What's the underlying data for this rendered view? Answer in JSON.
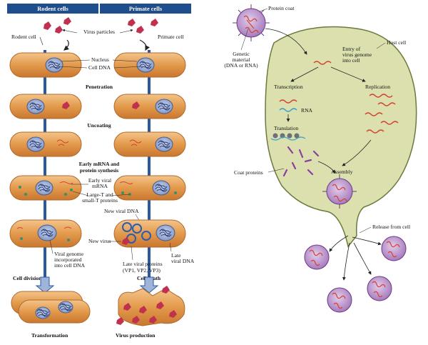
{
  "left_panel": {
    "header_rodent": "Rodent cells",
    "header_primate": "Primate cells",
    "rodent_cell": "Rodent cell",
    "virus_particles": "Virus particles",
    "primate_cell": "Primate cell",
    "nucleus": "Nucleus",
    "cell_dna": "Cell DNA",
    "penetration": "Penetration",
    "uncoating": "Uncoating",
    "early_mrna_line1": "Early mRNA and",
    "early_mrna_line2": "protein synthesis",
    "early_viral_line1": "Early viral",
    "early_viral_line2": "mRNA",
    "large_t_line1": "Large-T and",
    "large_t_line2": "small-T proteins",
    "new_viral_dna": "New viral DNA",
    "new_virus": "New virus",
    "viral_genome_line1": "Viral genome",
    "viral_genome_line2": "incorporated",
    "viral_genome_line3": "into cell DNA",
    "late_proteins_line1": "Late viral proteins",
    "late_proteins_line2": "(VP1, VP2, VP3)",
    "late_dna_line1": "Late",
    "late_dna_line2": "viral DNA",
    "cell_division": "Cell division",
    "cell_death": "Cell death",
    "transformation": "Transformation",
    "virus_production": "Virus production"
  },
  "right_panel": {
    "protein_coat": "Protein coat",
    "genetic_line1": "Genetic",
    "genetic_line2": "material",
    "genetic_line3": "(DNA or RNA)",
    "entry_line1": "Entry of",
    "entry_line2": "virus genome",
    "entry_line3": "into cell",
    "host_cell": "Host cell",
    "transcription": "Transcription",
    "replication": "Replication",
    "rna": "RNA",
    "translation": "Translation",
    "coat_proteins": "Coat proteins",
    "assembly": "Assembly",
    "release": "Release from cell"
  },
  "colors": {
    "header_bg": "#1f4e8c",
    "cell_fill": "#e8a35a",
    "cell_stroke": "#b0692c",
    "nucleus_fill": "#9fb2d8",
    "host_fill": "#d9dfb0",
    "virus_fill": "#b184c4",
    "virus_spike": "#6a3a86",
    "genome": "#d4432f",
    "arrow_blue": "#2c5aa0"
  }
}
